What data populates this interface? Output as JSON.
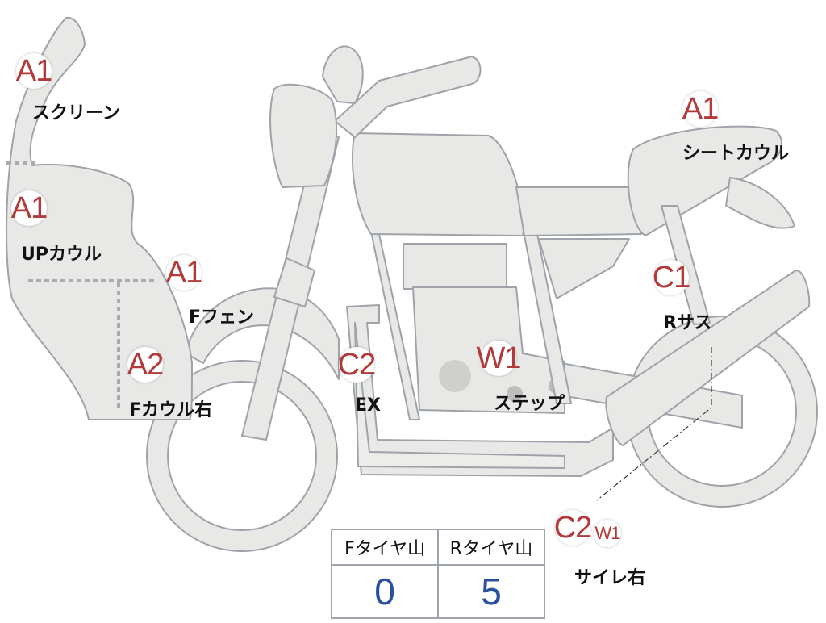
{
  "colors": {
    "grade_text": "#b23a3a",
    "value_text": "#2a4f9e",
    "part_fill": "#e8e8e6",
    "part_stroke": "#9ea3aa",
    "dotted": "#a9adb3"
  },
  "markers": [
    {
      "id": "screen",
      "grade": "A1",
      "label": "スクリーン"
    },
    {
      "id": "up-cowl",
      "grade": "A1",
      "label": "UPカウル"
    },
    {
      "id": "f-fender",
      "grade": "A1",
      "label": "Fフェン"
    },
    {
      "id": "f-cowl-right",
      "grade": "A2",
      "label": "Fカウル右"
    },
    {
      "id": "ex",
      "grade": "C2",
      "label": "EX"
    },
    {
      "id": "step",
      "grade": "W1",
      "label": "ステップ"
    },
    {
      "id": "seat-cowl",
      "grade": "A1",
      "label": "シートカウル"
    },
    {
      "id": "r-sus",
      "grade": "C1",
      "label": "Rサス"
    },
    {
      "id": "silencer-right",
      "grade": "C2",
      "grade2": "W1",
      "label": "サイレ右"
    }
  ],
  "tire_table": {
    "front_header": "Fタイヤ山",
    "rear_header": "Rタイヤ山",
    "front_value": "0",
    "rear_value": "5"
  }
}
